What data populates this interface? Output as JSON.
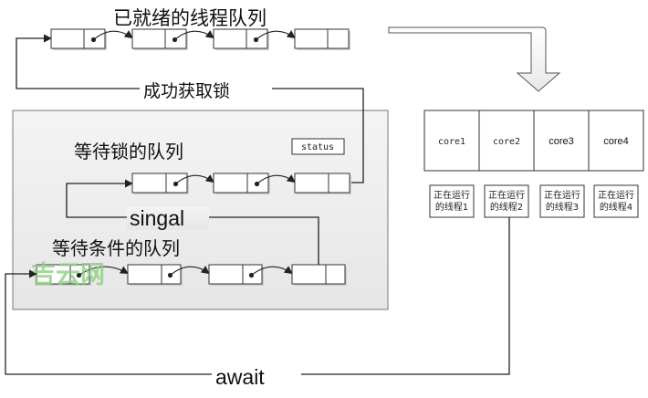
{
  "labels": {
    "ready_queue": "已就绪的线程队列",
    "acquire_lock": "成功获取锁",
    "lock_wait_queue": "等待锁的队列",
    "status": "status",
    "signal": "singal",
    "condition_wait_queue": "等待条件的队列",
    "await": "await",
    "watermark": "吉云网"
  },
  "cores": [
    "core1",
    "core2",
    "core3",
    "core4"
  ],
  "running_threads": [
    [
      "正在运行",
      "的线程1"
    ],
    [
      "正在运行",
      "的线程2"
    ],
    [
      "正在运行",
      "的线程3"
    ],
    [
      "正在运行",
      "的线程4"
    ]
  ],
  "colors": {
    "panel_bg": "#eeeeee",
    "panel_border": "#777777",
    "line": "#222222",
    "watermark": "#8fce84"
  }
}
